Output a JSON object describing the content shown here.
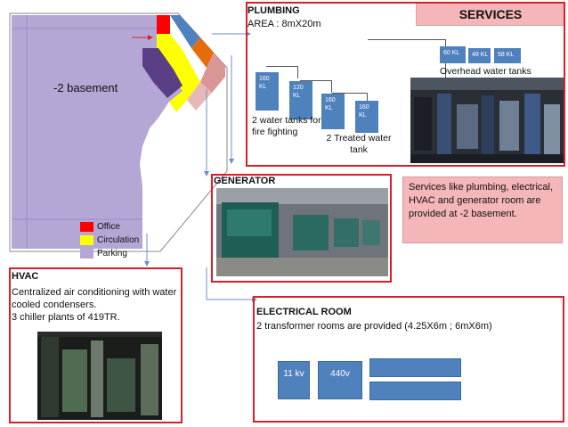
{
  "header": {
    "title": "SERVICES"
  },
  "floorplan": {
    "label": "-2 basement"
  },
  "legend": [
    {
      "label": "Office",
      "color": "#ff0000"
    },
    {
      "label": "Circulation",
      "color": "#ffff00"
    },
    {
      "label": "Parking",
      "color": "#b4a7d6"
    }
  ],
  "plumbing": {
    "title": "PLUMBING",
    "area": "AREA : 8mX20m",
    "tanks": {
      "t1": "160 KL",
      "t2": "120 KL",
      "t3": "160 KL",
      "t4": "160 KL",
      "t5": "60 KL",
      "t6": "48 KL",
      "t7": "58 KL"
    },
    "fire_label": "2 water tanks for fire fighting",
    "treated_label": "2 Treated water tank",
    "overhead_label": "Overhead water tanks"
  },
  "generator": {
    "title": "GENERATOR"
  },
  "note": {
    "text": "Services like plumbing, electrical, HVAC and generator room are provided at -2 basement."
  },
  "hvac": {
    "title": "HVAC",
    "line1": "Centralized air conditioning with water  cooled condensers.",
    "line2": "3 chiller plants of 419TR."
  },
  "electrical": {
    "title": "ELECTRICAL ROOM",
    "desc": "2 transformer rooms are provided (4.25X6m ; 6mX6m)",
    "box1": "11 kv",
    "box2": "440v"
  },
  "colors": {
    "accent_red": "#d9202a",
    "tank_blue": "#4f81bd",
    "title_pink": "#f4b6b8"
  }
}
